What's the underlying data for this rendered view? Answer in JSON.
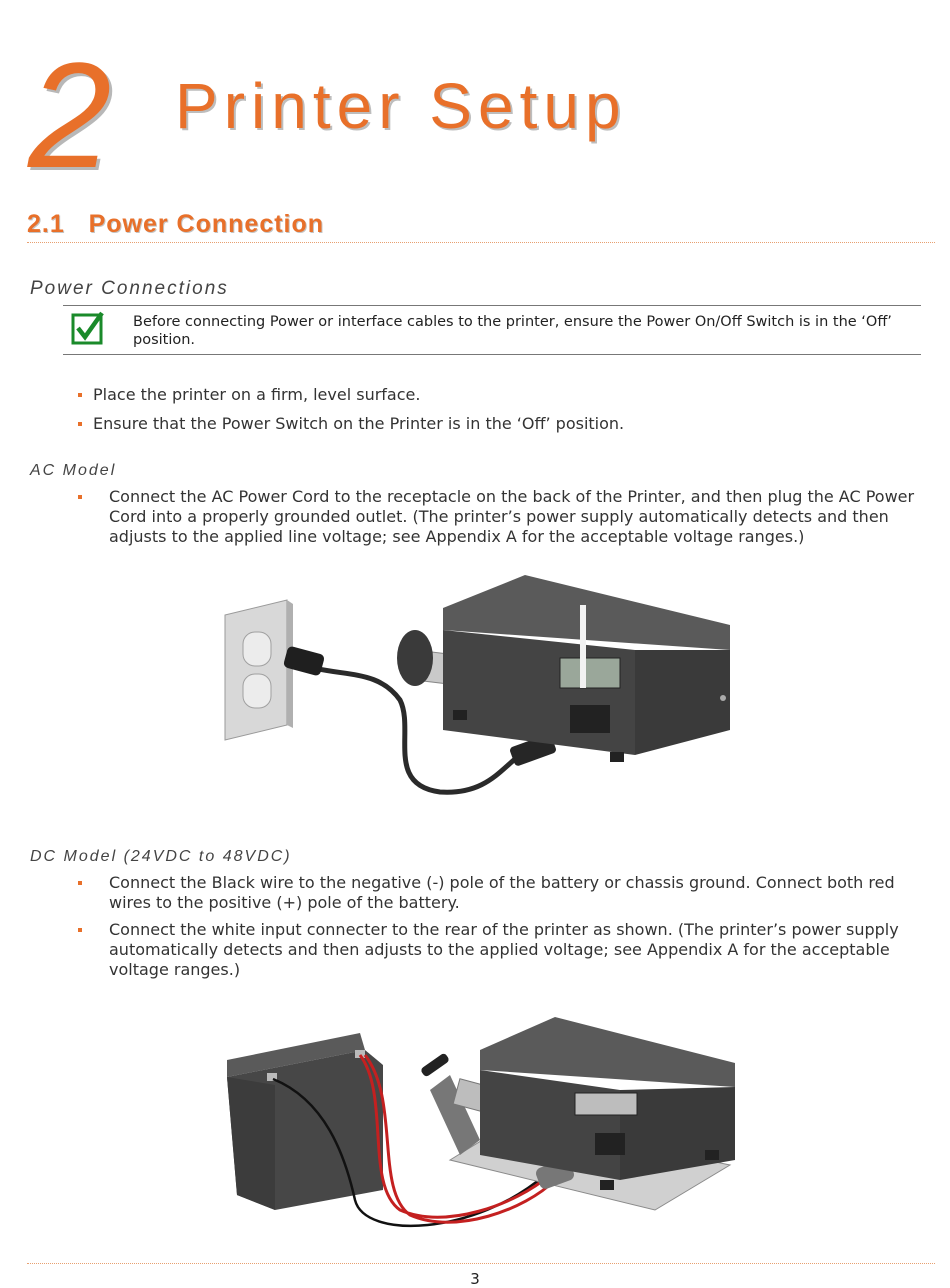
{
  "chapter": {
    "number": "2",
    "title": "Printer Setup"
  },
  "section": {
    "title": "2.1   Power Connection"
  },
  "power_connections": {
    "heading": "Power Connections",
    "note": "Before connecting Power or interface cables to the printer, ensure the Power On/Off Switch is in the ‘Off’ position.",
    "bullets": [
      "Place the printer on a firm, level surface.",
      "Ensure that the Power Switch on the Printer is in the ‘Off’ position."
    ]
  },
  "ac_model": {
    "heading": "AC Model",
    "bullets": [
      "Connect the AC Power Cord to the receptacle on the back of the Printer, and then plug the AC Power Cord into a properly grounded outlet. (The printer’s power supply automatically detects and then adjusts to the applied line voltage; see Appendix A for the acceptable voltage ranges.)"
    ]
  },
  "dc_model": {
    "heading": "DC Model (24VDC to 48VDC)",
    "bullets": [
      "Connect the Black wire to the negative (-) pole of the battery or chassis ground.  Connect both red wires to the positive (+) pole of the battery.",
      "Connect the white input connecter to the rear of the printer as shown. (The printer’s power supply automatically detects and then adjusts to the applied voltage; see Appendix A for the acceptable voltage ranges.)"
    ]
  },
  "footer": {
    "page_number": "3"
  },
  "colors": {
    "accent": "#e8702a",
    "check": "#1a8a2a",
    "printer": "#4a4a4a"
  },
  "icons": {
    "note": "checkbox-checked-icon"
  }
}
